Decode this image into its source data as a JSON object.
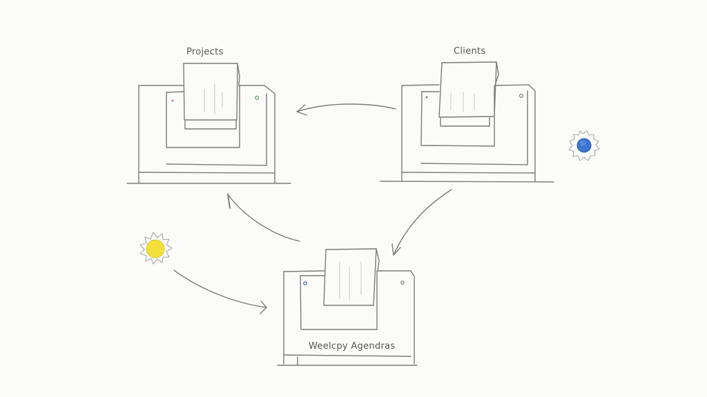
{
  "diagram": {
    "style": "hand-drawn sketch",
    "background": "#fbfbfa",
    "stroke_color": "#7a7a7a",
    "nodes": [
      {
        "id": "projects",
        "label": "Projects",
        "dot_left_color": "#d98c8c",
        "dot_right_color": "#5a9a5a"
      },
      {
        "id": "clients",
        "label": "Clients",
        "dot_left_color": "#888888",
        "dot_right_color": "#777777"
      },
      {
        "id": "weekly-agendas",
        "label": "Weelcpy Agendras",
        "dot_left_color": "#4a6fb0",
        "dot_right_color": "#777777"
      }
    ],
    "edges": [
      {
        "from": "clients",
        "to": "projects"
      },
      {
        "from": "weekly-agendas",
        "to": "projects"
      },
      {
        "from": "clients",
        "to": "weekly-agendas"
      },
      {
        "from": "sun-icon",
        "to": "weekly-agendas"
      }
    ],
    "icons": [
      {
        "name": "gear-icon",
        "fill": "#3f74d0"
      },
      {
        "name": "sun-icon",
        "fill": "#f3e03a"
      }
    ]
  }
}
